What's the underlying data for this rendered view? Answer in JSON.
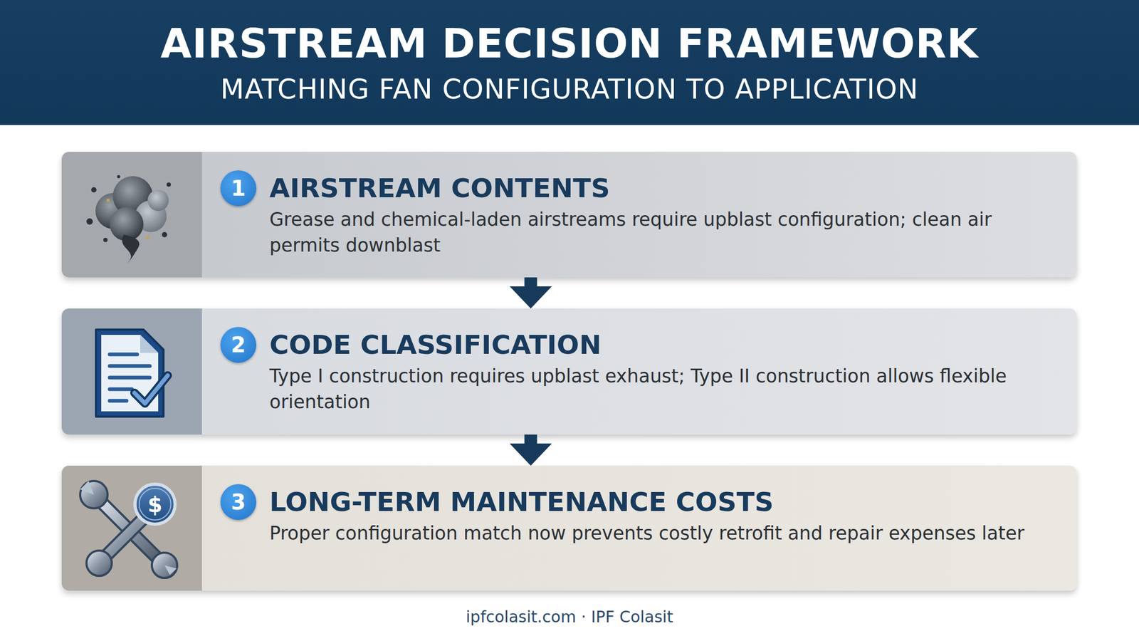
{
  "diagram": {
    "title": "AIRSTREAM DECISION FRAMEWORK",
    "nodes": [
      {
        "text": [
          "AIRSTREAM CONTENTS",
          "Grease and chemical-laden airstreams require upblast configuration; clean air permits downblast"
        ]
      },
      {
        "text": [
          "1"
        ],
        "in": 0
      },
      {
        "text": [
          "CODE CLASSIFICATION",
          "Type I construction requires upblast exhaust; Type II construction allows flexible orientation"
        ]
      },
      {
        "text": [
          "2"
        ],
        "in": 2
      },
      {
        "text": [
          "LONG-TERM MAINTENANCE COSTS",
          "Proper configuration match now prevents costly retrofit and repair expenses later"
        ]
      },
      {
        "text": [
          "3"
        ],
        "in": 4
      }
    ],
    "edges": [
      {
        "from": 0,
        "to": 2,
        "arrow": "to"
      },
      {
        "from": 2,
        "to": 4,
        "arrow": "to"
      }
    ],
    "labels": [
      "MATCHING FAN CONFIGURATION TO APPLICATION",
      "$",
      "ipfcolasit.com · IPF Colasit"
    ]
  }
}
